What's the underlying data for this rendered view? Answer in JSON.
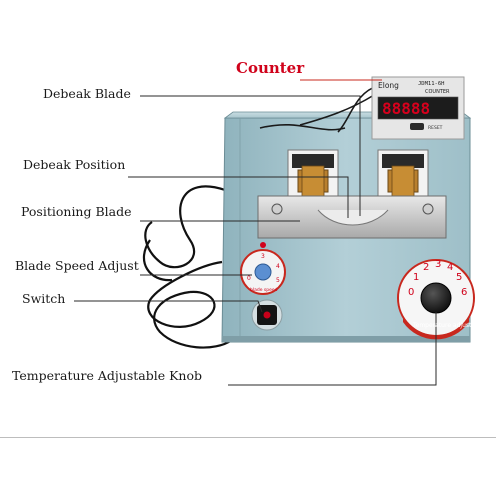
{
  "title": "Counter",
  "labels": {
    "debeak_blade": "Debeak Blade",
    "debeak_position": "Debeak Position",
    "positioning_blade": "Positioning  Blade",
    "blade_speed_adjust": "Blade Speed Adjust",
    "switch": "Switch",
    "temperature_knob": "Temperature Adjustable Knob"
  },
  "counter_device": {
    "brand": "Elong",
    "model": "JDM11-6H",
    "caption": "COUNTER",
    "display": "88888",
    "reset_label": "RESET"
  },
  "speed_dial": {
    "marks": [
      "0",
      "3",
      "4",
      "5"
    ],
    "caption": "blade speed"
  },
  "temperature_dial": {
    "numbers": [
      "0",
      "1",
      "2",
      "3",
      "4",
      "5",
      "6"
    ],
    "caption": "Temperature adjust"
  },
  "colors": {
    "machine_body": "#a8c6cf",
    "accent_red": "#d0021b",
    "counter_display": "#c4001a"
  }
}
